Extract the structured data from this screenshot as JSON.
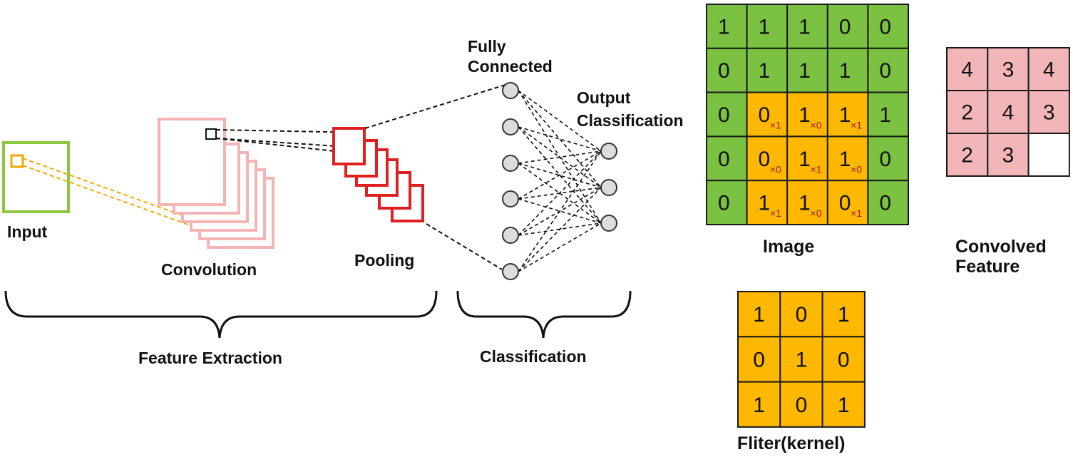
{
  "labels": {
    "input": "Input",
    "convolution": "Convolution",
    "pooling": "Pooling",
    "fully_connected_line1": "Fully",
    "fully_connected_line2": "Connected",
    "output_line1": "Output",
    "output_line2": "Classification",
    "feature_extraction": "Feature Extraction",
    "classification": "Classification",
    "image": "Image",
    "convolved_line1": "Convolved",
    "convolved_line2": "Feature",
    "filter": "Fliter(kernel)"
  },
  "colors": {
    "input_green": "#8dc63f",
    "input_patch_orange": "#f2a900",
    "conv_pink": "#f4b4b4",
    "pool_red": "#e02020",
    "node_fill": "#dcdcdc",
    "grid_green": "#7cc242",
    "grid_orange": "#ffb800",
    "feature_pink": "#f2b6b9",
    "kernel_sub_red": "#a01818"
  },
  "image_grid": [
    [
      "1",
      "1",
      "1",
      "0",
      "0"
    ],
    [
      "0",
      "1",
      "1",
      "1",
      "0"
    ],
    [
      "0",
      "0",
      "1",
      "1",
      "1"
    ],
    [
      "0",
      "0",
      "1",
      "1",
      "0"
    ],
    [
      "0",
      "1",
      "1",
      "0",
      "0"
    ]
  ],
  "image_highlight_subscripts": [
    [
      "×1",
      "×0",
      "×1"
    ],
    [
      "×0",
      "×1",
      "×0"
    ],
    [
      "×1",
      "×0",
      "×1"
    ]
  ],
  "filter_grid": [
    [
      "1",
      "0",
      "1"
    ],
    [
      "0",
      "1",
      "0"
    ],
    [
      "1",
      "0",
      "1"
    ]
  ],
  "convolved_grid": [
    [
      "4",
      "3",
      "4"
    ],
    [
      "2",
      "4",
      "3"
    ],
    [
      "2",
      "3",
      ""
    ]
  ]
}
